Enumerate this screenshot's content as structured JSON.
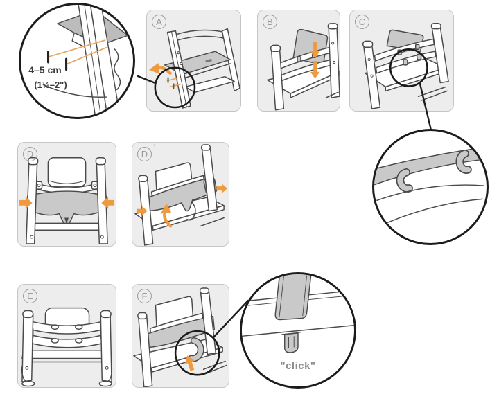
{
  "document": {
    "kind": "high-chair baby set assembly instruction sheet",
    "background": "#FFFFFF"
  },
  "colors": {
    "accent_orange": "#EE9B3F",
    "accent_orange_light": "#EAA760",
    "panel_bg": "#EDEDED",
    "panel_border": "#C6C6C6",
    "outline_gray": "#4A4A4A",
    "label_gray": "#9C9C9C",
    "part_gray": "#C9C9C9",
    "part_gray_dark": "#BCBCBC",
    "callout_border": "#1C1C1C",
    "text_dark": "#3A3A3A",
    "text_gray": "#8C8C8C"
  },
  "panels": [
    {
      "id": "A",
      "label": "A",
      "sup": ""
    },
    {
      "id": "B",
      "label": "B",
      "sup": ""
    },
    {
      "id": "C",
      "label": "C",
      "sup": ""
    },
    {
      "id": "D1",
      "label": "D",
      "sup": "′"
    },
    {
      "id": "D2",
      "label": "D",
      "sup": "′"
    },
    {
      "id": "E",
      "label": "E",
      "sup": ""
    },
    {
      "id": "F",
      "label": "F",
      "sup": ""
    }
  ],
  "callouts": {
    "measurement": {
      "line1": "4–5 cm",
      "line2": "(1½–2\")"
    },
    "click": {
      "label": "\"click\""
    }
  }
}
